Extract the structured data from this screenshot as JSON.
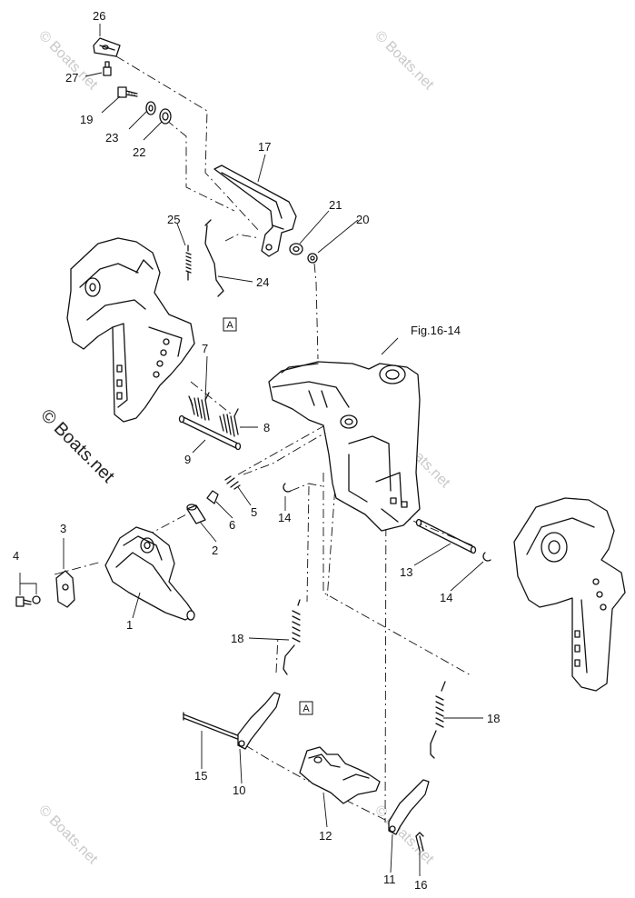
{
  "callouts": {
    "p1": "1",
    "p2": "2",
    "p3": "3",
    "p4": "4",
    "p5": "5",
    "p6": "6",
    "p7": "7",
    "p8": "8",
    "p9": "9",
    "p10": "10",
    "p11": "11",
    "p12": "12",
    "p13": "13",
    "p14a": "14",
    "p14b": "14",
    "p15": "15",
    "p16": "16",
    "p17": "17",
    "p18a": "18",
    "p18b": "18",
    "p19": "19",
    "p20": "20",
    "p21": "21",
    "p22": "22",
    "p23": "23",
    "p24": "24",
    "p25": "25",
    "p26": "26",
    "p27": "27"
  },
  "reference_boxes": {
    "a_top": "A",
    "a_bottom": "A"
  },
  "figure_ref": "Fig.16-14",
  "watermarks": {
    "faint": "© Boats.net",
    "dark": "© Boats.net"
  }
}
